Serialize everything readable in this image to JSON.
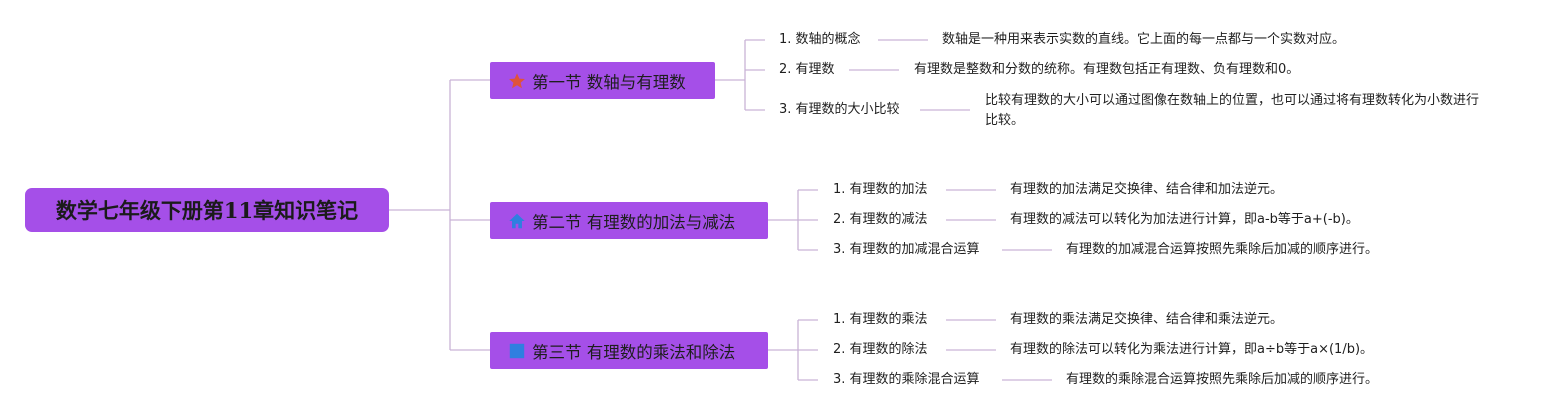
{
  "root": {
    "title": "数学七年级下册第11章知识笔记"
  },
  "sections": [
    {
      "title": "第一节 数轴与有理数",
      "icon": "star-icon",
      "items": [
        {
          "topic": "1. 数轴的概念",
          "desc": "数轴是一种用来表示实数的直线。它上面的每一点都与一个实数对应。"
        },
        {
          "topic": "2. 有理数",
          "desc": "有理数是整数和分数的统称。有理数包括正有理数、负有理数和0。"
        },
        {
          "topic": "3. 有理数的大小比较",
          "desc": "比较有理数的大小可以通过图像在数轴上的位置，也可以通过将有理数转化为小数进行比较。"
        }
      ]
    },
    {
      "title": "第二节 有理数的加法与减法",
      "icon": "house-icon",
      "items": [
        {
          "topic": "1. 有理数的加法",
          "desc": "有理数的加法满足交换律、结合律和加法逆元。"
        },
        {
          "topic": "2. 有理数的减法",
          "desc": "有理数的减法可以转化为加法进行计算，即a-b等于a+(-b)。"
        },
        {
          "topic": "3. 有理数的加减混合运算",
          "desc": "有理数的加减混合运算按照先乘除后加减的顺序进行。"
        }
      ]
    },
    {
      "title": "第三节 有理数的乘法和除法",
      "icon": "square-icon",
      "items": [
        {
          "topic": "1. 有理数的乘法",
          "desc": "有理数的乘法满足交换律、结合律和乘法逆元。"
        },
        {
          "topic": "2. 有理数的除法",
          "desc": "有理数的除法可以转化为乘法进行计算，即a÷b等于a×(1/b)。"
        },
        {
          "topic": "3. 有理数的乘除混合运算",
          "desc": "有理数的乘除混合运算按照先乘除后加减的顺序进行。"
        }
      ]
    }
  ],
  "colors": {
    "node_fill": "#a54fe8",
    "connector": "#c9b3d6",
    "star": "#e0533a",
    "house": "#2f7fe0",
    "square": "#2f7fe0"
  }
}
